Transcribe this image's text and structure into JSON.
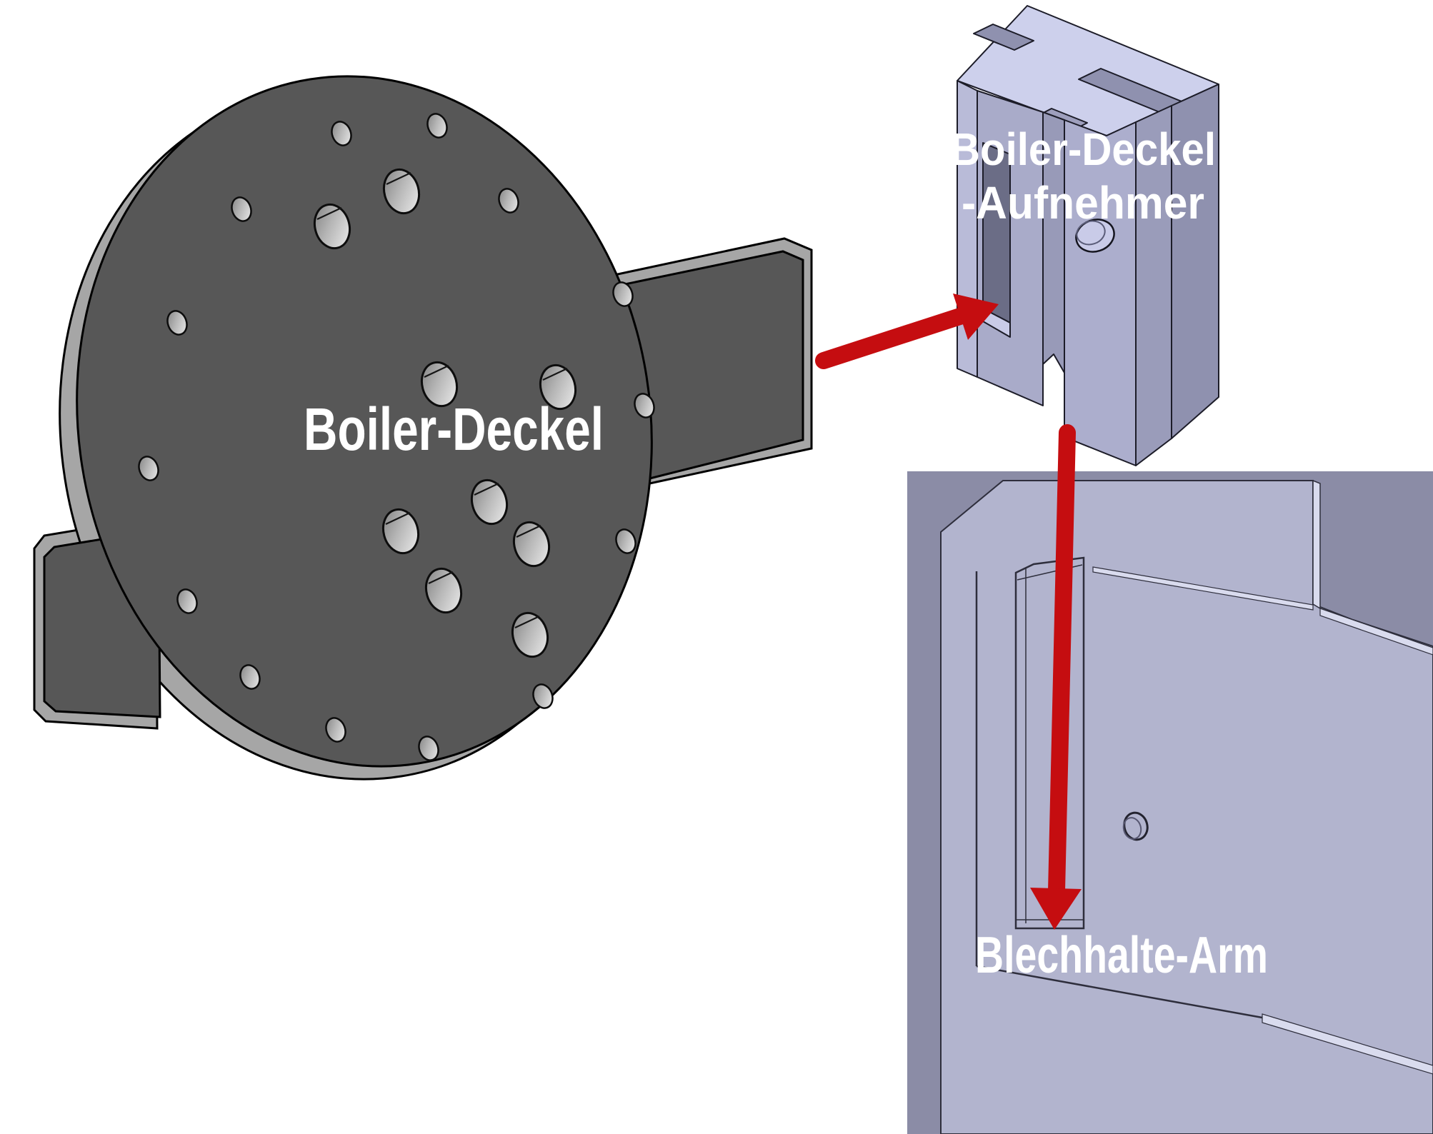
{
  "figure": {
    "kind": "CAD assembly explanation diagram",
    "background": "#ffffff"
  },
  "labels": {
    "disc": "Boiler-Deckel",
    "receiver_line1": "Boiler-Deckel",
    "receiver_line2": "-Aufnehmer",
    "arm": "Blechhalte-Arm"
  },
  "parts": [
    {
      "id": "boiler-deckel",
      "label": "Boiler-Deckel",
      "face_color": "#575757",
      "rim_color": "#a6a6a6"
    },
    {
      "id": "boiler-deckel-aufnehmer",
      "label": "Boiler-Deckel -Aufnehmer",
      "face_color": "#a9abc9",
      "top_color": "#cdd0ec",
      "side_color": "#8f91af"
    },
    {
      "id": "blechhalte-arm",
      "label": "Blechhalte-Arm",
      "face_color": "#b2b4ce",
      "background_color": "#8b8ca6"
    }
  ],
  "arrows": [
    {
      "id": "arrow-disc-to-receiver",
      "color": "#c50d10",
      "from": "Boiler-Deckel",
      "to": "Boiler-Deckel-Aufnehmer"
    },
    {
      "id": "arrow-receiver-to-arm",
      "color": "#c50d10",
      "from": "Boiler-Deckel-Aufnehmer",
      "to": "Blechhalte-Arm"
    }
  ],
  "colors": {
    "label_text": "#ffffff",
    "arrow_red": "#c50d10",
    "outline": "#1c1c28"
  }
}
